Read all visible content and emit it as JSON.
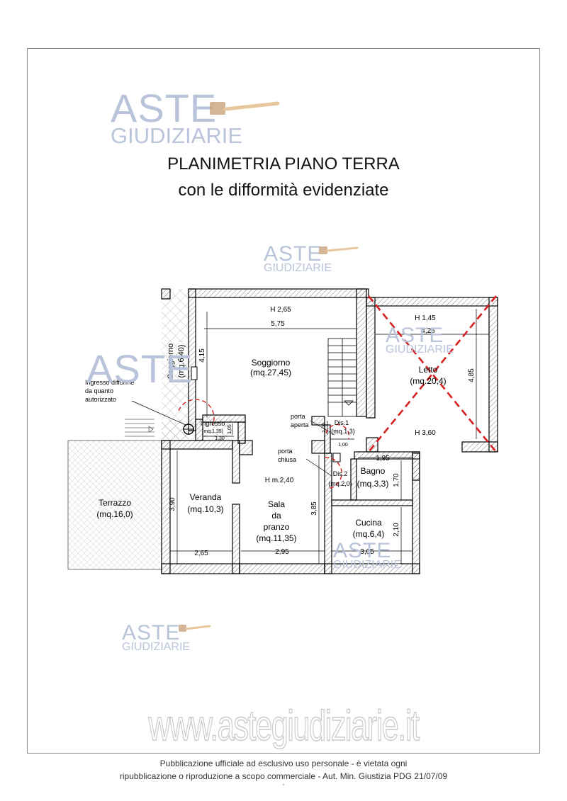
{
  "title": {
    "line1": "PLANIMETRIA PIANO TERRA",
    "line2": "con le difformità evidenziate"
  },
  "watermark": {
    "brand_top": "ASTE",
    "brand_bottom": "GIUDIZIARIE",
    "url": "www.astegiudiziarie.it"
  },
  "footer": {
    "line1": "Pubblicazione ufficiale ad esclusivo uso personale - è vietata ogni",
    "line2": "ripubblicazione o riproduzione a scopo commerciale - Aut. Min. Giustizia PDG 21/07/09",
    "mark": "-"
  },
  "plan": {
    "rooms": {
      "soggiorno_main": {
        "name": "Soggiorno",
        "area": "(mq.27,45)"
      },
      "soggiorno_side": {
        "name": "Soggiorno",
        "area": "(mq.6,40)"
      },
      "letto": {
        "name": "Letto",
        "area": "(mq.20,4)"
      },
      "ingresso": {
        "name": "Ingresso",
        "area": "(mq.1,35)"
      },
      "dis1": {
        "name": "Dis.1",
        "area": "(mq.1,3)"
      },
      "dis2": {
        "name": "Dis.2",
        "area": "(mq.2,0)"
      },
      "bagno": {
        "name": "Bagno",
        "area": "(mq.3,3)"
      },
      "veranda": {
        "name": "Veranda",
        "area": "(mq.10,3)"
      },
      "sala": {
        "name1": "Sala",
        "name2": "da",
        "name3": "pranzo",
        "area": "(mq.11,35)"
      },
      "cucina": {
        "name": "Cucina",
        "area": "(mq.6,4)"
      },
      "terrazzo": {
        "name": "Terrazzo",
        "area": "(mq.16,0)"
      }
    },
    "heights": {
      "soggiorno": "H 2,65",
      "letto": "H 1,45",
      "letto_bottom": "H 3,60",
      "sala": "H m.2,40"
    },
    "dimensions": {
      "d_575": "5,75",
      "d_425": "4,25",
      "d_415": "4,15",
      "d_485": "4,85",
      "d_100a": "1,00",
      "d_100b": "1,00",
      "d_105": "1,05",
      "d_130": "1,30",
      "d_195": "1,95",
      "d_170": "1,70",
      "d_390": "3,90",
      "d_385": "3,85",
      "d_265": "2,65",
      "d_295": "2,95",
      "d_305": "3,05",
      "d_210": "2,10"
    },
    "notes": {
      "difforme_1": "Ingresso difforme",
      "difforme_2": "da quanto",
      "difforme_3": "autorizzato",
      "porta_aperta_1": "porta",
      "porta_aperta_2": "aperta",
      "porta_chiusa_1": "porta",
      "porta_chiusa_2": "chiusa"
    }
  },
  "colors": {
    "wall": "#000000",
    "hatch": "#555555",
    "difformity": "#d42020",
    "watermark": "#b9c3d9"
  }
}
